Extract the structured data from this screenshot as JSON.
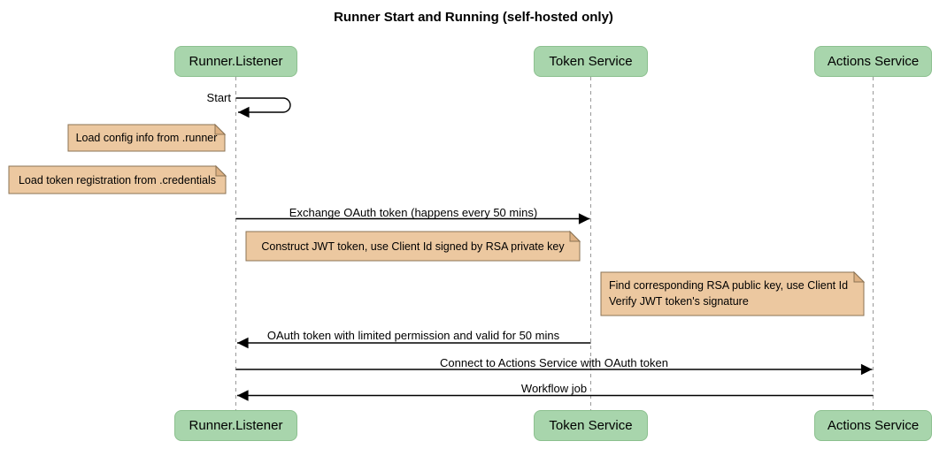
{
  "diagram": {
    "title": "Runner Start and Running (self-hosted only)"
  },
  "participants": {
    "runner_listener": "Runner.Listener",
    "token_service": "Token Service",
    "actions_service": "Actions Service"
  },
  "messages": {
    "start_self": "Start",
    "exchange_oauth": "Exchange OAuth token (happens every 50 mins)",
    "oauth_return": "OAuth token with limited permission and valid for 50 mins",
    "connect_actions": "Connect to Actions Service with OAuth token",
    "workflow_job": "Workflow job"
  },
  "notes": {
    "load_config": "Load config info from .runner",
    "load_token_registration": "Load token registration from .credentials",
    "construct_jwt": "Construct JWT token, use Client Id signed by RSA private key",
    "find_rsa": {
      "line1": "Find corresponding RSA public key, use Client Id",
      "line2": "Verify JWT token's signature"
    }
  },
  "colors": {
    "participant_fill": "#A8D5AC",
    "participant_border": "#8CC08F",
    "note_fill": "#ECC8A0",
    "note_fold": "#DDB183",
    "note_border": "#8B7355",
    "lifeline": "#999999",
    "arrow": "#000000",
    "text": "#000000",
    "background": "#FFFFFF"
  }
}
